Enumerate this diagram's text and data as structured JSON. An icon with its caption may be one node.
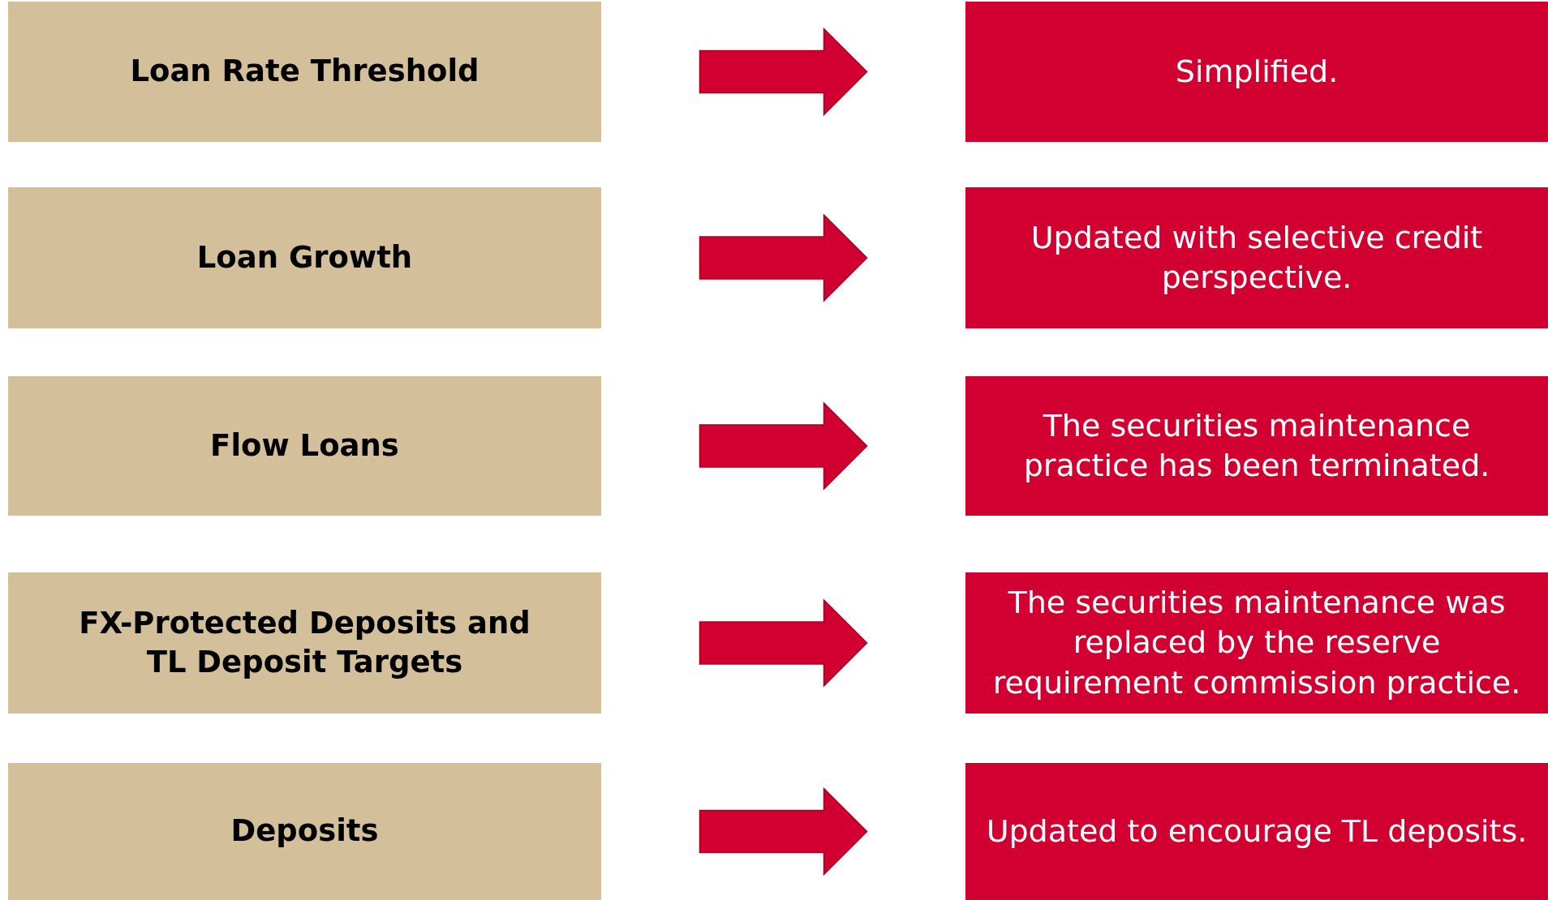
{
  "diagram": {
    "nodes": [
      {
        "text": [
          "Loan Rate Threshold"
        ]
      },
      {
        "text": [
          "Simplified."
        ]
      },
      {
        "text": [
          "Loan Growth"
        ]
      },
      {
        "text": [
          "Updated with selective credit perspective."
        ]
      },
      {
        "text": [
          "Flow Loans"
        ]
      },
      {
        "text": [
          "The securities maintenance practice has been terminated."
        ]
      },
      {
        "text": [
          "FX-Protected Deposits and TL Deposit Targets"
        ]
      },
      {
        "text": [
          "The securities maintenance was replaced by the reserve requirement commission practice."
        ]
      },
      {
        "text": [
          "Deposits"
        ]
      },
      {
        "text": [
          "Updated to encourage TL deposits."
        ]
      }
    ],
    "edges": [
      {
        "from": 0,
        "to": 1,
        "arrow": "to"
      },
      {
        "from": 2,
        "to": 3,
        "arrow": "to"
      },
      {
        "from": 4,
        "to": 5,
        "arrow": "to"
      },
      {
        "from": 6,
        "to": 7,
        "arrow": "to"
      },
      {
        "from": 8,
        "to": 9,
        "arrow": "to"
      }
    ]
  }
}
